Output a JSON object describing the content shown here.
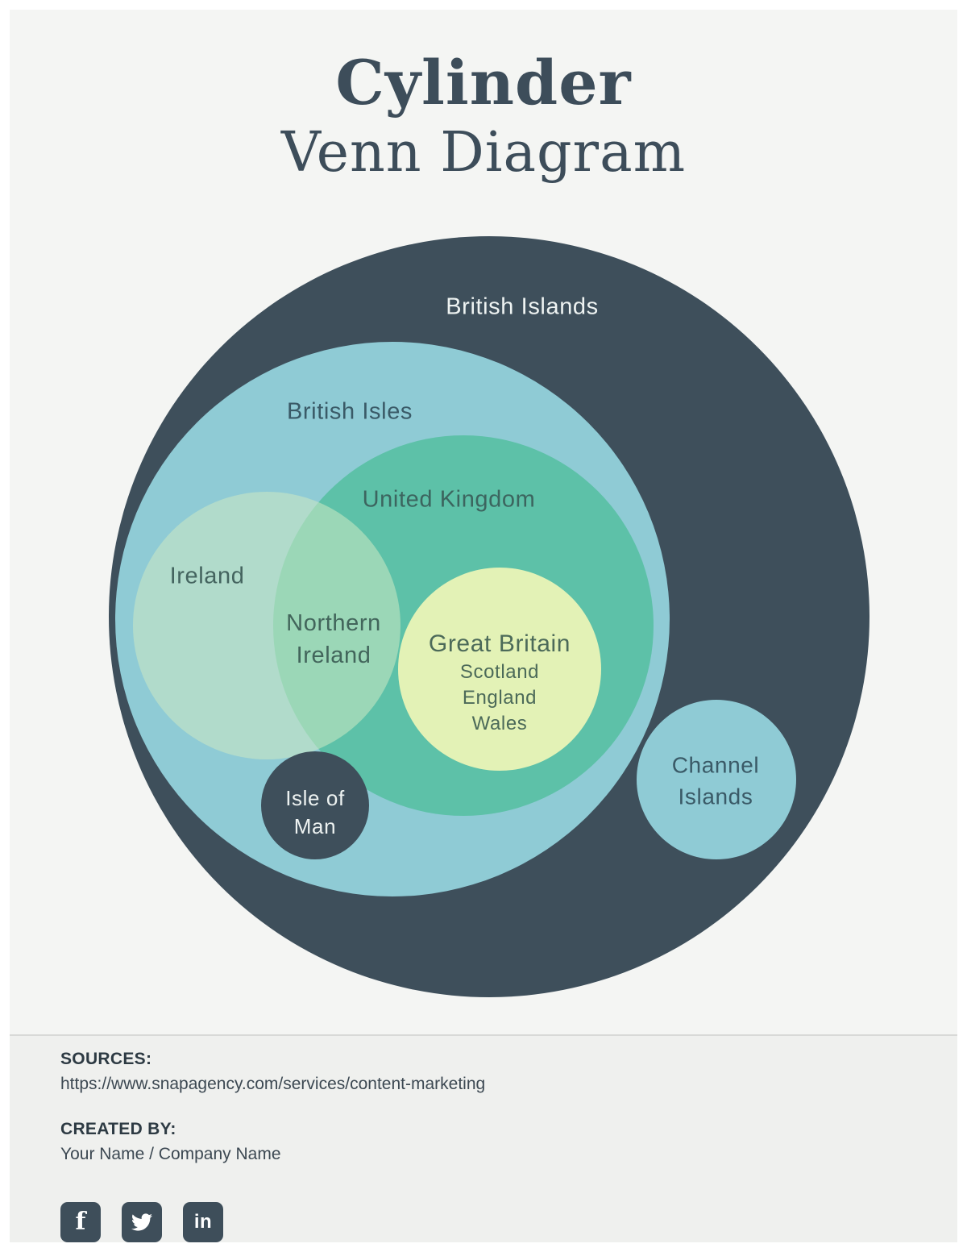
{
  "header": {
    "title_bold": "Cylinder",
    "title_regular": "Venn Diagram"
  },
  "diagram": {
    "british_islands": "British Islands",
    "british_isles": "British Isles",
    "united_kingdom": "United Kingdom",
    "ireland": "Ireland",
    "northern_ireland": "Northern Ireland",
    "great_britain": "Great Britain",
    "great_britain_members": [
      "Scotland",
      "England",
      "Wales"
    ],
    "isle_of_man": "Isle of Man",
    "channel_islands": "Channel Islands"
  },
  "footer": {
    "sources_label": "SOURCES:",
    "sources_url": "https://www.snapagency.com/services/content-marketing",
    "created_label": "CREATED BY:",
    "created_value": "Your Name / Company Name",
    "social": [
      {
        "name": "facebook-icon",
        "glyph": "f"
      },
      {
        "name": "twitter-icon",
        "glyph": ""
      },
      {
        "name": "linkedin-icon",
        "glyph": "in"
      }
    ]
  },
  "colors": {
    "background": "#f4f5f3",
    "dark_slate": "#3e4f5b",
    "light_blue": "#8fcbd5",
    "teal_green": "#5dc1a8",
    "ireland_overlay": "#cde8c3",
    "pale_yellow_green": "#e3f2b6",
    "title_text": "#3d4d5a"
  }
}
